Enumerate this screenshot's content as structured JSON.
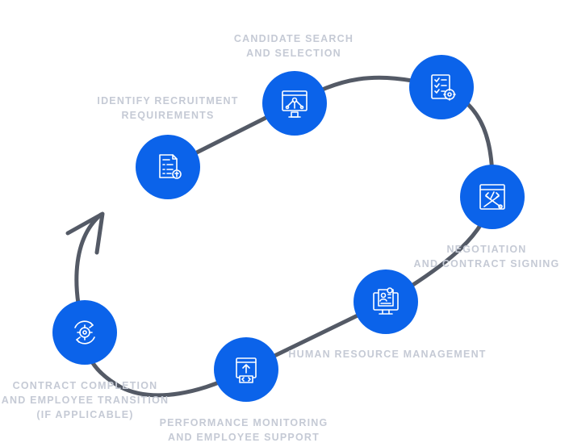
{
  "colors": {
    "node": "#0b63ea",
    "path": "#545a66",
    "icon": "#ffffff",
    "label": "#c5cad5"
  },
  "steps": [
    {
      "id": "identify",
      "icon": "document-list-icon",
      "lines": [
        "IDENTIFY RECRUITMENT",
        "REQUIREMENTS"
      ]
    },
    {
      "id": "search",
      "icon": "network-screen-icon",
      "lines": [
        "CANDIDATE SEARCH",
        "AND SELECTION"
      ]
    },
    {
      "id": "checklist",
      "icon": "checklist-gear-icon",
      "lines": []
    },
    {
      "id": "negotiation",
      "icon": "code-tools-icon",
      "lines": [
        "NEGOTIATION",
        "AND CONTRACT SIGNING"
      ]
    },
    {
      "id": "hr",
      "icon": "monitor-profile-icon",
      "lines": [
        "HUMAN RESOURCE MANAGEMENT"
      ]
    },
    {
      "id": "performance",
      "icon": "upload-code-icon",
      "lines": [
        "PERFORMANCE MONITORING",
        "AND EMPLOYEE SUPPORT"
      ]
    },
    {
      "id": "completion",
      "icon": "gear-cycle-icon",
      "lines": [
        "CONTRACT COMPLETION",
        "AND EMPLOYEE TRANSITION",
        "(IF APPLICABLE)"
      ]
    }
  ]
}
